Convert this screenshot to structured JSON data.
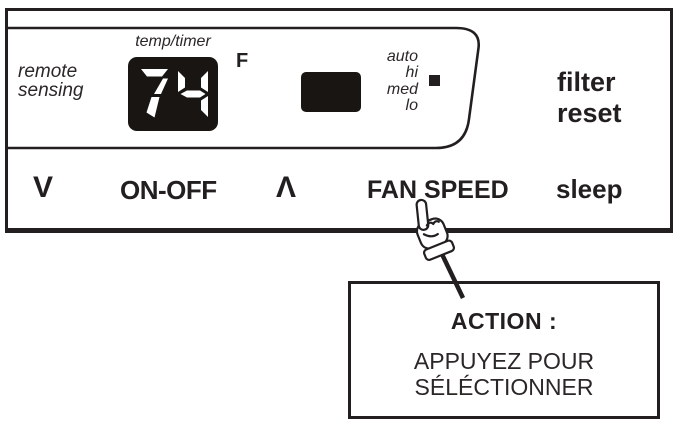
{
  "panel": {
    "remote_sensing": {
      "line1": "remote",
      "line2": "sensing"
    },
    "temp_timer_label": "temp/timer",
    "display_value": "74",
    "unit_label": "F",
    "fan_modes": [
      "auto",
      "hi",
      "med",
      "lo"
    ],
    "active_fan_mode": "hi",
    "filter_reset": {
      "line1": "filter",
      "line2": "reset"
    },
    "buttons": {
      "temp_down": "V",
      "on_off": "ON-OFF",
      "temp_up": "Λ",
      "fan_speed": "FAN SPEED",
      "sleep": "sleep"
    }
  },
  "callout": {
    "title": "ACTION :",
    "line1": "APPUYEZ POUR",
    "line2": "SÉLÉCTIONNER"
  },
  "icons": {
    "pointer": "pointing-hand-icon"
  },
  "colors": {
    "ink": "#231f20",
    "display_background": "#191513",
    "segment": "#ffffff"
  }
}
